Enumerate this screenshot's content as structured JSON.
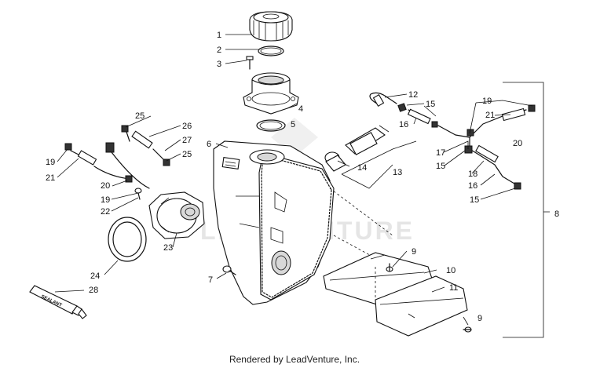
{
  "diagram": {
    "callouts": [
      {
        "id": "c1",
        "label": "1"
      },
      {
        "id": "c2",
        "label": "2"
      },
      {
        "id": "c3",
        "label": "3"
      },
      {
        "id": "c4",
        "label": "4"
      },
      {
        "id": "c5",
        "label": "5"
      },
      {
        "id": "c6",
        "label": "6"
      },
      {
        "id": "c7",
        "label": "7"
      },
      {
        "id": "c8",
        "label": "8"
      },
      {
        "id": "c9a",
        "label": "9"
      },
      {
        "id": "c9b",
        "label": "9"
      },
      {
        "id": "c10",
        "label": "10"
      },
      {
        "id": "c11",
        "label": "11"
      },
      {
        "id": "c12",
        "label": "12"
      },
      {
        "id": "c13",
        "label": "13"
      },
      {
        "id": "c14",
        "label": "14"
      },
      {
        "id": "c15a",
        "label": "15"
      },
      {
        "id": "c15b",
        "label": "15"
      },
      {
        "id": "c15c",
        "label": "15"
      },
      {
        "id": "c16a",
        "label": "16"
      },
      {
        "id": "c16b",
        "label": "16"
      },
      {
        "id": "c17",
        "label": "17"
      },
      {
        "id": "c18",
        "label": "18"
      },
      {
        "id": "c19a",
        "label": "19"
      },
      {
        "id": "c19b",
        "label": "19"
      },
      {
        "id": "c19c",
        "label": "19"
      },
      {
        "id": "c20a",
        "label": "20"
      },
      {
        "id": "c20b",
        "label": "20"
      },
      {
        "id": "c21a",
        "label": "21"
      },
      {
        "id": "c21b",
        "label": "21"
      },
      {
        "id": "c22",
        "label": "22"
      },
      {
        "id": "c23",
        "label": "23"
      },
      {
        "id": "c24",
        "label": "24"
      },
      {
        "id": "c25a",
        "label": "25"
      },
      {
        "id": "c25b",
        "label": "25"
      },
      {
        "id": "c26",
        "label": "26"
      },
      {
        "id": "c27",
        "label": "27"
      },
      {
        "id": "c28",
        "label": "28"
      }
    ],
    "tube_text": "SEALANT",
    "watermark": "LEADVENTURE"
  },
  "footer": {
    "text": "Rendered by LeadVenture, Inc."
  }
}
